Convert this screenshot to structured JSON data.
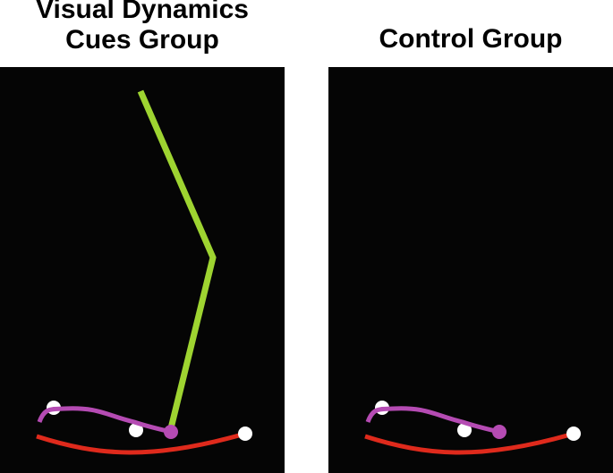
{
  "panels": [
    {
      "title": "Visual Dynamics Cues Group",
      "title_lines": [
        "Visual Dynamics",
        "Cues Group"
      ],
      "has_cue": true
    },
    {
      "title": "Control Group",
      "title_lines": [
        "Control Group"
      ],
      "has_cue": false
    }
  ],
  "colors": {
    "background": "#050505",
    "cue_line": "#9ed431",
    "upper_curve": "#b54bb3",
    "lower_curve": "#df2a1c",
    "markers": "#ffffff"
  }
}
